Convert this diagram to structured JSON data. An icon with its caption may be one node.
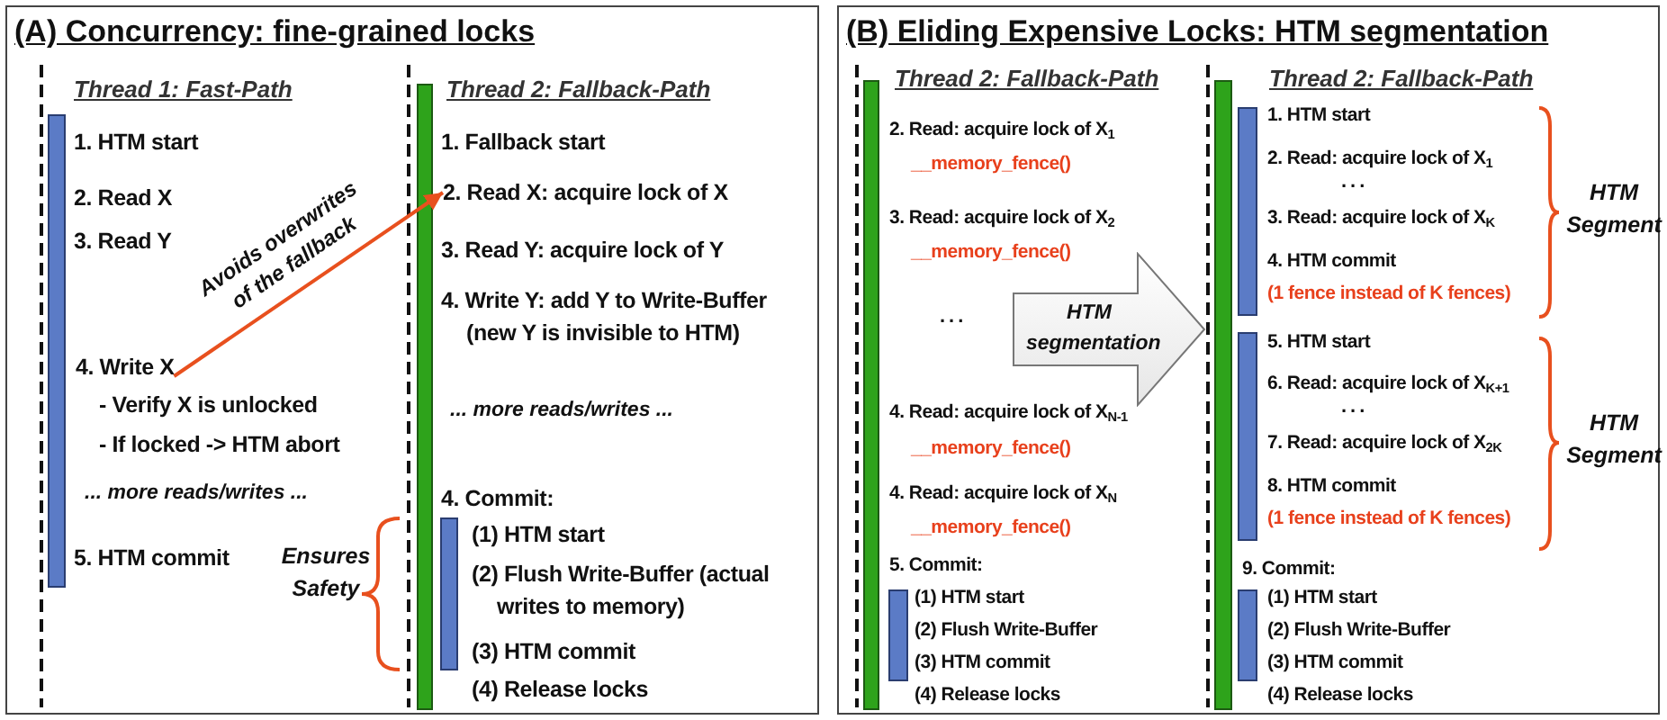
{
  "diagram": {
    "nodes": [
      {
        "text": [
          "(A) Concurrency: fine-grained locks"
        ]
      },
      {
        "text": [
          "(B) Eliding Expensive Locks: HTM segmentation"
        ]
      },
      {
        "text": [
          "4. Write X"
        ],
        "in": 0
      },
      {
        "text": [
          "2. Read X: acquire lock of X"
        ],
        "in": 0
      },
      {
        "text": [
          "HTM segmentation"
        ],
        "in": 1
      }
    ],
    "edges": [
      {
        "from": 2,
        "to": 3,
        "arrow": "to",
        "label": "Avoids overwrites of the fallback"
      }
    ],
    "labels": [
      "Thread 1: Fast-Path",
      "1. HTM start",
      "2. Read X",
      "3. Read Y",
      "- Verify X is unlocked",
      "- If locked -> HTM abort",
      "... more reads/writes ...",
      "5. HTM commit",
      "Ensures Safety",
      "Thread 2: Fallback-Path",
      "1. Fallback start",
      "3. Read Y: acquire lock of Y",
      "4. Write Y: add Y to Write-Buffer (new Y is invisible to HTM)",
      "... more reads/writes ...",
      "4. Commit:",
      "(1) HTM start",
      "(2) Flush Write-Buffer (actual writes to memory)",
      "(3) HTM commit",
      "(4) Release locks",
      "Thread 2: Fallback-Path",
      "2. Read: acquire lock of X$_{1}$",
      "__memory_fence()",
      "3. Read: acquire lock of X$_{2}$",
      "__memory_fence()",
      "...",
      "4. Read: acquire lock of X$_{N-1}$",
      "__memory_fence()",
      "4. Read: acquire lock of X$_{N}$",
      "__memory_fence()",
      "5. Commit:",
      "(1) HTM start",
      "(2) Flush Write-Buffer",
      "(3) HTM commit",
      "(4) Release locks",
      "Thread 2: Fallback-Path",
      "1. HTM start",
      "2. Read: acquire lock of X$_{1}$",
      "...",
      "3. Read: acquire lock of X$_{K}$",
      "4. HTM commit",
      "(1 fence instead of K fences)",
      "HTM Segment",
      "5. HTM start",
      "6. Read: acquire lock of X$_{K+1}$",
      "...",
      "7. Read: acquire lock of X$_{2K}$",
      "8. HTM commit",
      "(1 fence instead of K fences)",
      "HTM Segment",
      "9. Commit:",
      "(1) HTM start",
      "(2) Flush Write-Buffer",
      "(3) HTM commit",
      "(4) Release locks"
    ]
  }
}
